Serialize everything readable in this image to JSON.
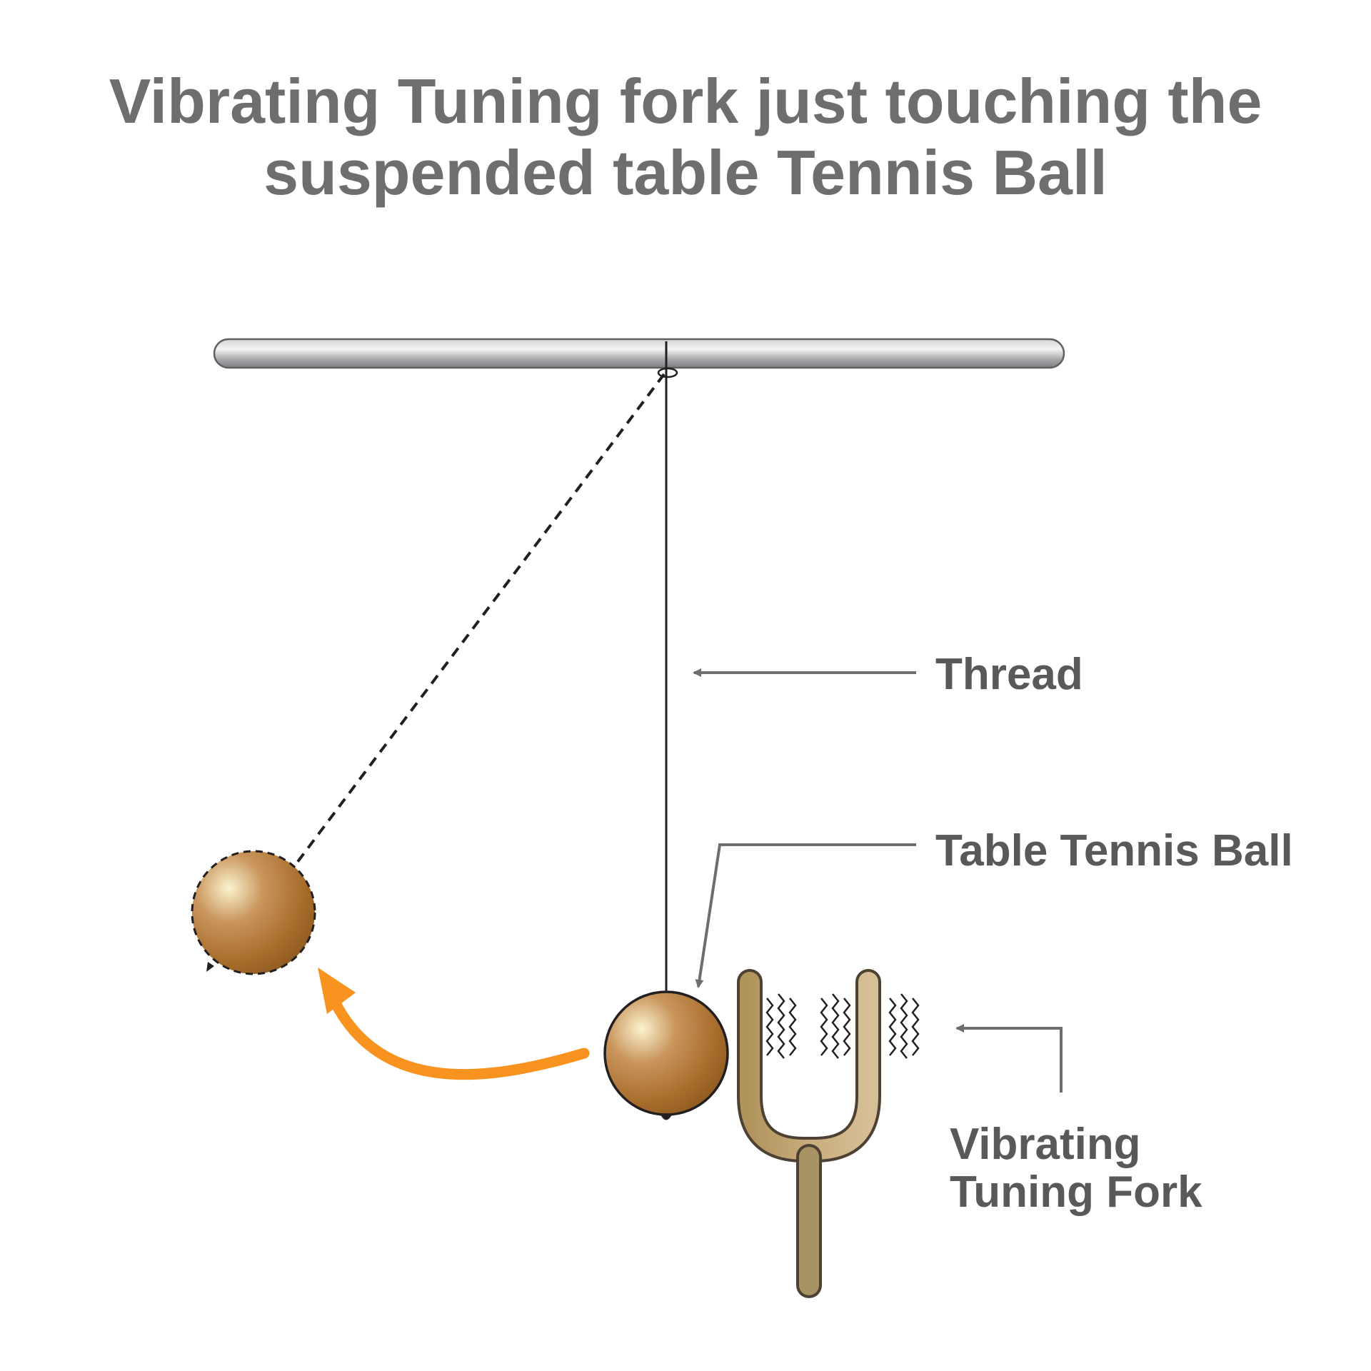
{
  "title": {
    "line1": "Vibrating Tuning fork just touching the",
    "line2": "suspended table Tennis Ball"
  },
  "labels": {
    "thread": "Thread",
    "ball": "Table Tennis Ball",
    "fork_line1": "Vibrating",
    "fork_line2": "Tuning Fork"
  },
  "colors": {
    "rod": "#9a9b9d",
    "ball": "#b97a3c",
    "fork": "#a68f62",
    "swing_arrow": "#f7931e",
    "pointer": "#6d6e70",
    "text": "#58595b"
  }
}
